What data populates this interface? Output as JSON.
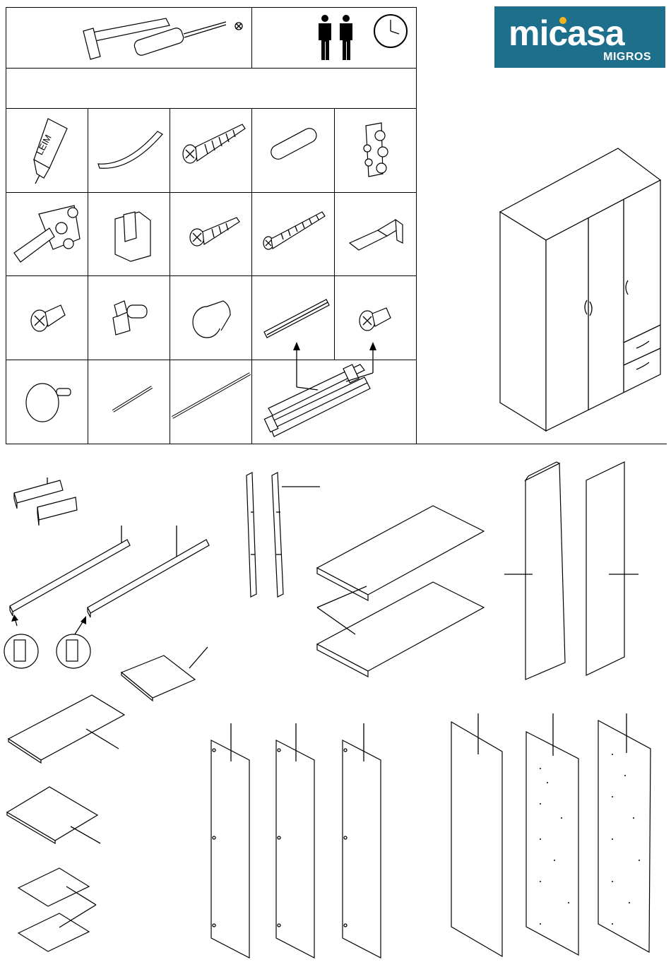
{
  "brand": {
    "name": "micasa",
    "sub": "MIGROS",
    "color": "#1d6f8c",
    "dot_color": "#f5b41a"
  },
  "tools": {
    "icons": [
      "hammer-icon",
      "screwdriver-icon",
      "phillips-icon",
      "two-persons-icon",
      "clock-icon"
    ]
  },
  "glue_label": "LEIM",
  "hardware_grid": [
    [
      "glue-tube-icon",
      "handle-icon",
      "wood-screw-icon",
      "dowel-icon",
      "hinge-plate-icon"
    ],
    [
      "hinge-icon",
      "shelf-support-icon",
      "small-screw-icon",
      "long-screw-icon",
      "rail-bracket-icon"
    ],
    [
      "cam-screw-icon",
      "shelf-pin-icon",
      "knob-icon",
      "rail-icon",
      "bolt-icon"
    ],
    [
      "cam-disc-icon",
      "short-rod-icon",
      "long-rod-icon",
      "drawer-runner-icon"
    ]
  ]
}
